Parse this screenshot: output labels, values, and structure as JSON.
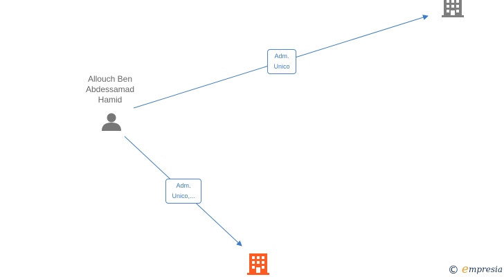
{
  "nodes": {
    "person": {
      "name_lines": [
        "Allouch Ben",
        "Abdessamad",
        "Hamid"
      ],
      "icon": "person-icon"
    },
    "company_top": {
      "icon": "building-icon",
      "color": "#7f7f7f"
    },
    "company_bottom": {
      "icon": "building-icon",
      "color": "#ff5a1f"
    }
  },
  "edges": {
    "top": {
      "label_lines": [
        "Adm.",
        "Unico"
      ]
    },
    "bottom": {
      "label_lines": [
        "Adm.",
        "Unico,..."
      ]
    }
  },
  "colors": {
    "edge": "#3d7cc9",
    "person_icon": "#777777"
  },
  "watermark": {
    "copyright": "©",
    "brand_first": "e",
    "brand_rest": "mpresia"
  }
}
